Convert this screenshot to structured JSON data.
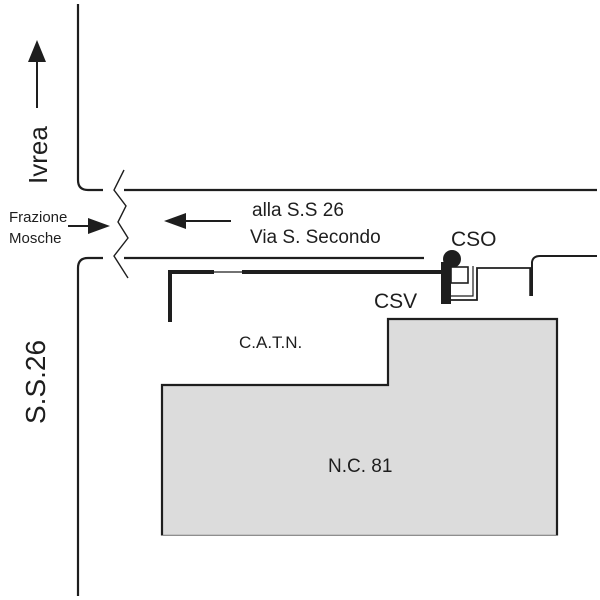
{
  "map": {
    "labels": {
      "ivrea": "Ivrea",
      "frazione_mosche_line1": "Frazione",
      "frazione_mosche_line2": "Mosche",
      "direction_line1": "alla S.S 26",
      "direction_line2": "Via S. Secondo",
      "cso": "CSO",
      "csv": "CSV",
      "catn": "C.A.T.N.",
      "nc81": "N.C. 81",
      "ss26": "S.S.26"
    },
    "colors": {
      "line": "#1e1e1e",
      "building_fill": "#dcdcdc",
      "background": "#ffffff"
    }
  }
}
